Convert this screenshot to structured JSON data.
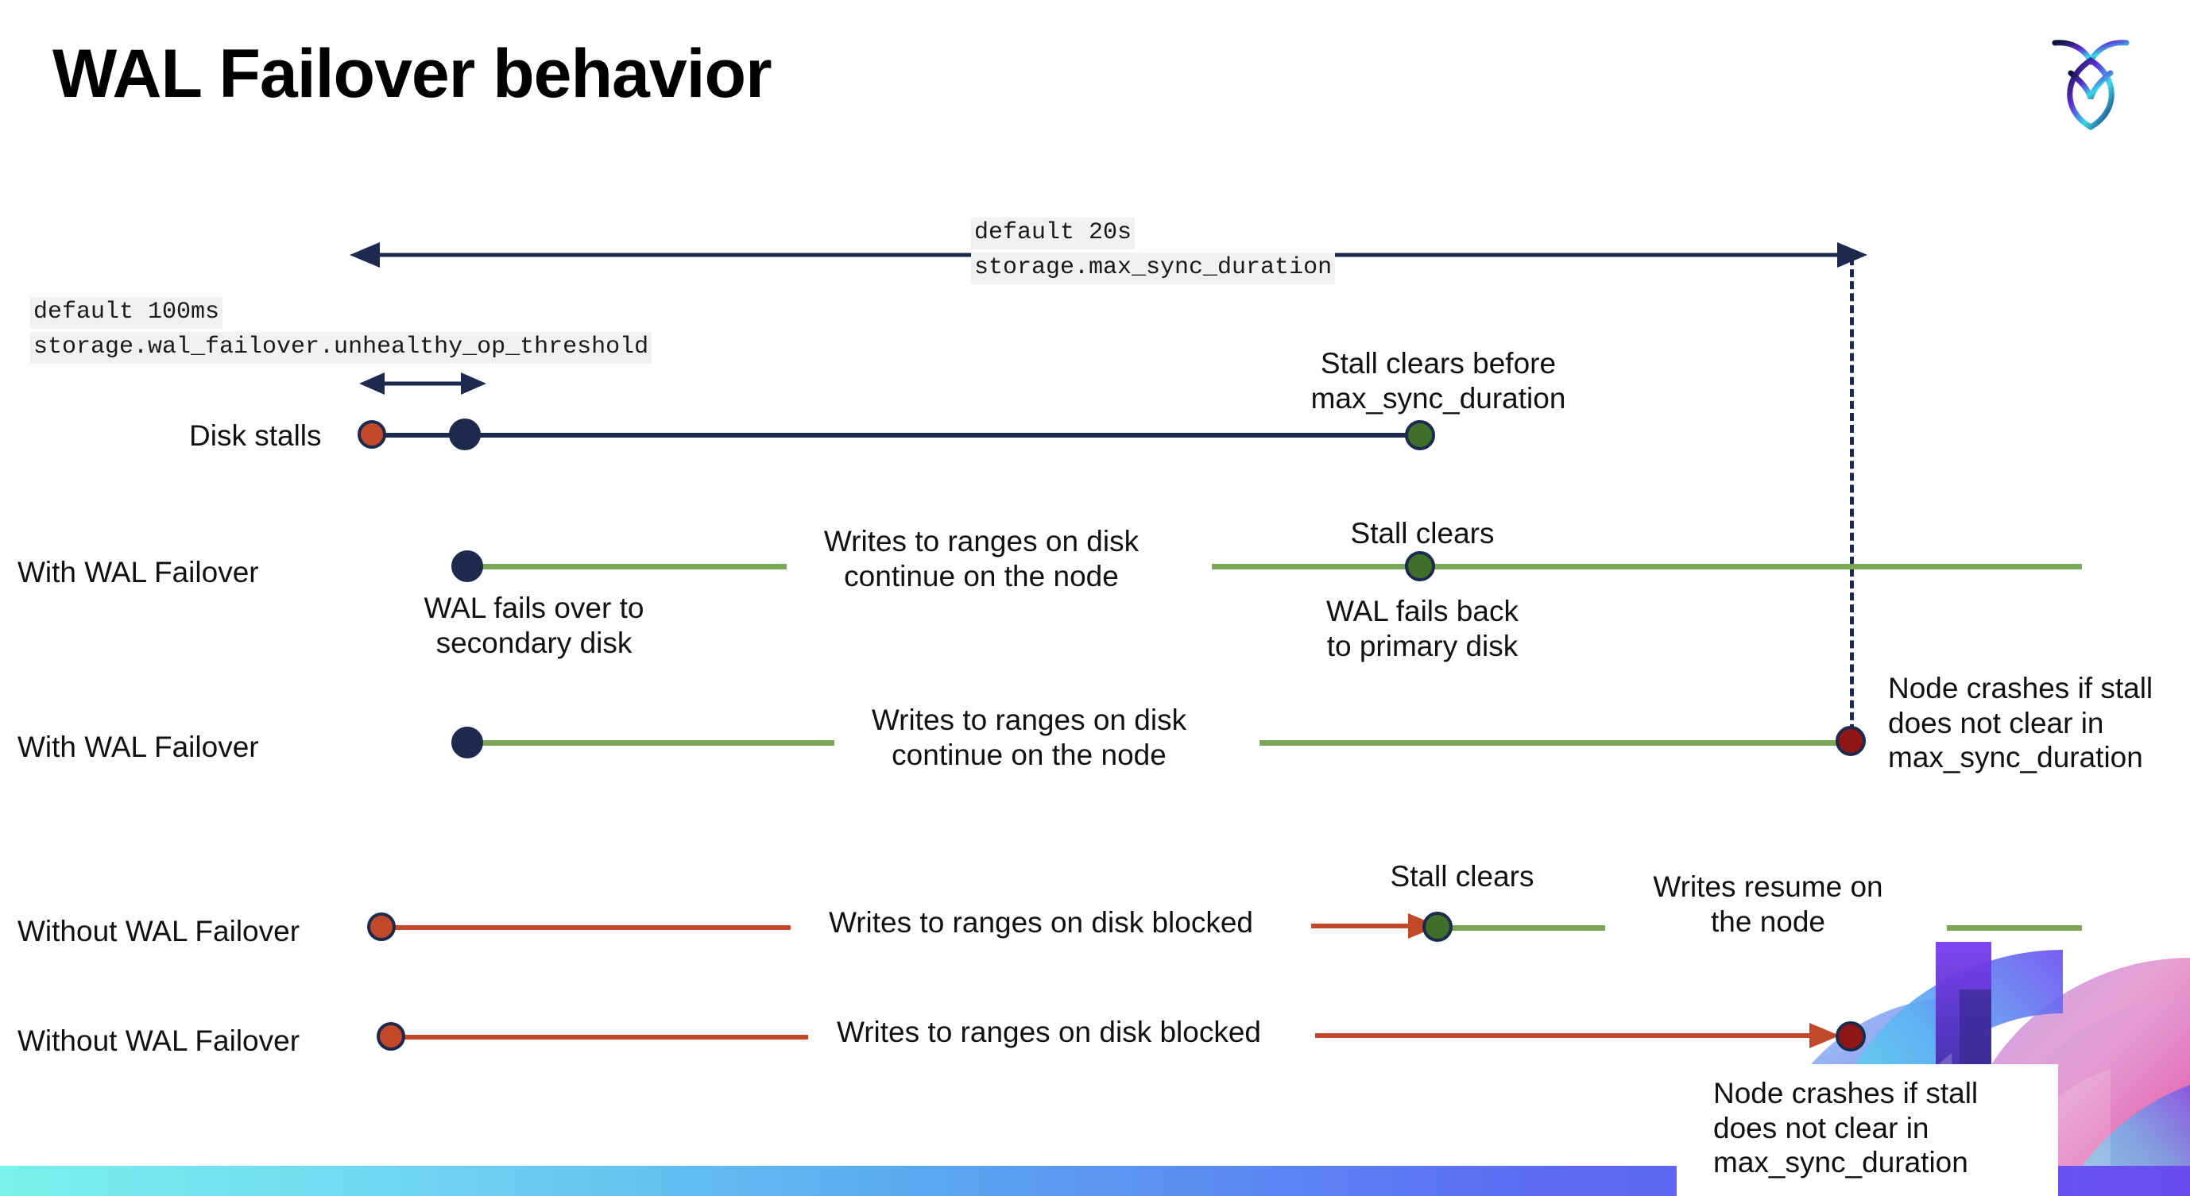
{
  "slide": {
    "title": "WAL Failover behavior",
    "logo_icon": "cockroach-labs-logo-icon"
  },
  "annotations": {
    "max_sync_duration": {
      "default": "default 20s",
      "setting": "storage.max_sync_duration"
    },
    "unhealthy_op_threshold": {
      "default": "default 100ms",
      "setting": "storage.wal_failover.unhealthy_op_threshold"
    }
  },
  "timelines": [
    {
      "label": "Disk stalls",
      "notes": [
        "Stall clears before\nmax_sync_duration"
      ]
    },
    {
      "label": "With WAL Failover",
      "notes": [
        "WAL fails over to\nsecondary disk",
        "Writes to ranges on disk\ncontinue on the node",
        "Stall clears",
        "WAL fails  back\nto primary disk"
      ]
    },
    {
      "label": "With WAL Failover",
      "notes": [
        "Writes to ranges on disk\ncontinue on the node",
        "Node crashes if stall\ndoes not clear in\nmax_sync_duration"
      ]
    },
    {
      "label": "Without WAL Failover",
      "notes": [
        "Writes to ranges on disk  blocked",
        "Stall clears",
        "Writes resume on\nthe node"
      ]
    },
    {
      "label": "Without WAL Failover",
      "notes": [
        "Writes to ranges on disk  blocked",
        "Node crashes if stall\ndoes not clear in\nmax_sync_duration"
      ]
    }
  ],
  "colors": {
    "navy": "#1d2a4d",
    "green_line": "#79a657",
    "green_dot": "#3f7029",
    "red_line": "#c1492a",
    "orange_dot": "#c1492a",
    "dark_red_dot": "#8f1616",
    "code_bg": "#f1f1f1"
  }
}
